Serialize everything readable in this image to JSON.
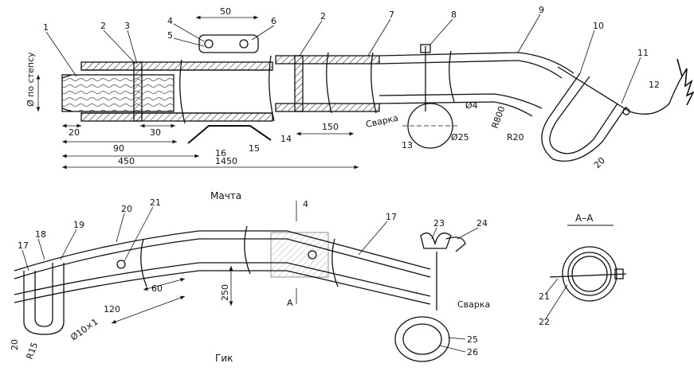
{
  "colors": {
    "ink": "#111111",
    "hatch": "#333333",
    "paper": "#ffffff"
  },
  "captions": {
    "mast": "Мачта",
    "boom": "Гик",
    "section": "А–А"
  },
  "mast": {
    "dims": {
      "diam_label": "Ø по степсу",
      "d20": "20",
      "d90": "90",
      "d450": "450",
      "d1450": "1450",
      "d30": "30",
      "d150": "150",
      "d50": "50",
      "weld": "Сварка",
      "d4": "Ø4",
      "d25": "Ø25",
      "r800": "R800",
      "r20": "R20",
      "d20b": "20"
    },
    "callouts": [
      "1",
      "2",
      "3",
      "4",
      "5",
      "6",
      "2",
      "7",
      "8",
      "9",
      "10",
      "11",
      "12",
      "13",
      "14",
      "15",
      "16"
    ]
  },
  "boom": {
    "dims": {
      "d120": "120",
      "d60": "60",
      "d250": "250",
      "weld": "Сварка",
      "d10": "Ø10×1",
      "r15": "R15",
      "d20": "20",
      "cut_a1": "А",
      "cut_a2": "А"
    },
    "callouts": [
      "17",
      "18",
      "19",
      "20",
      "21",
      "17",
      "23",
      "24",
      "25",
      "26",
      "4"
    ]
  },
  "section": {
    "callouts": [
      "21",
      "22"
    ]
  }
}
